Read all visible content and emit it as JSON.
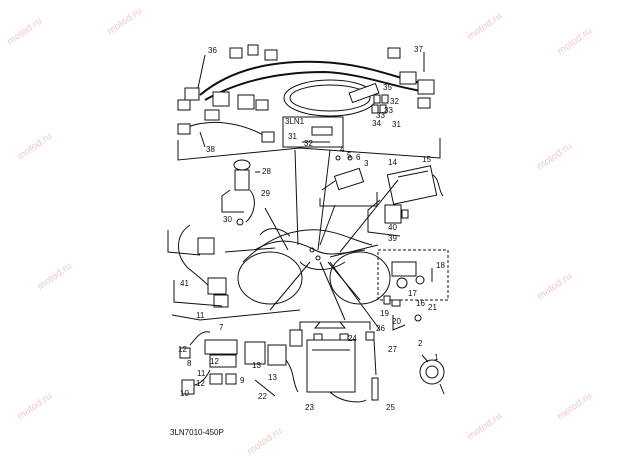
{
  "watermark": "motod.ru",
  "drawing_code": "3LN7010-450P",
  "panel_code": "3LN1",
  "callouts": [
    "1",
    "2",
    "3",
    "4",
    "5",
    "6",
    "7",
    "8",
    "9",
    "10",
    "11",
    "12",
    "13",
    "14",
    "15",
    "16",
    "17",
    "18",
    "19",
    "20",
    "21",
    "22",
    "23",
    "24",
    "25",
    "26",
    "27",
    "28",
    "29",
    "30",
    "31",
    "32",
    "33",
    "34",
    "35",
    "36",
    "37",
    "38",
    "39",
    "40",
    "41"
  ],
  "callout_31_repeat": "31",
  "callout_32_repeat": "32",
  "callout_33_repeat": "33",
  "callout_11_repeat": "11",
  "callout_12_repeat": "12",
  "callout_13_repeat": "13",
  "callout_12_second": "12"
}
